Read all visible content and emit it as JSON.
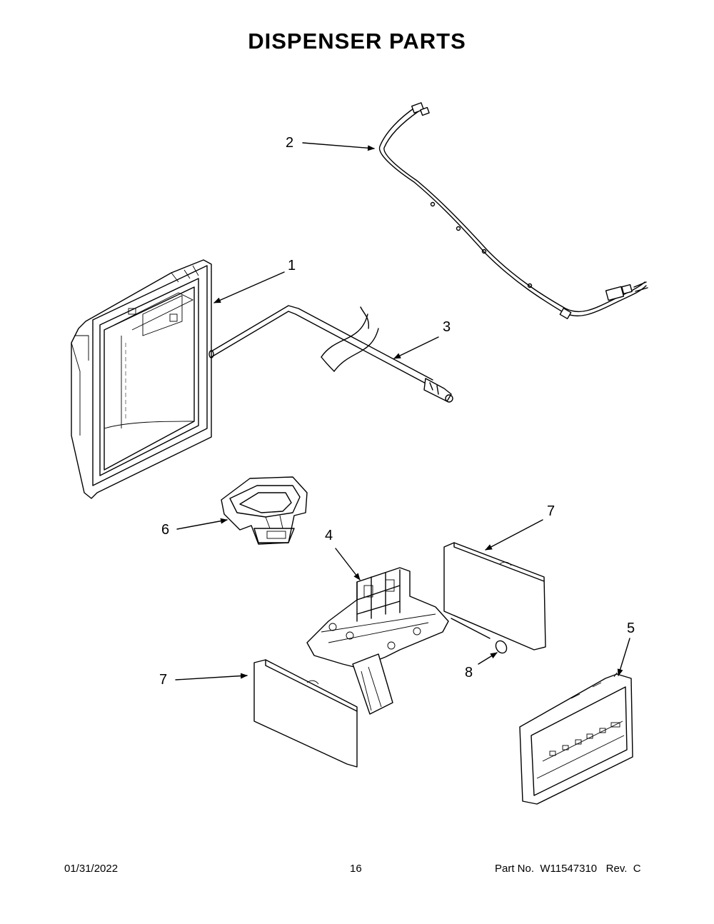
{
  "header": {
    "title": "DISPENSER PARTS"
  },
  "callouts": [
    {
      "id": "1",
      "label": "1"
    },
    {
      "id": "2",
      "label": "2"
    },
    {
      "id": "3",
      "label": "3"
    },
    {
      "id": "4",
      "label": "4"
    },
    {
      "id": "5",
      "label": "5"
    },
    {
      "id": "6",
      "label": "6"
    },
    {
      "id": "7a",
      "label": "7"
    },
    {
      "id": "7b",
      "label": "7"
    },
    {
      "id": "8",
      "label": "8"
    }
  ],
  "footer": {
    "date": "01/31/2022",
    "page": "16",
    "part": "Part No.  W11547310   Rev.  C"
  }
}
